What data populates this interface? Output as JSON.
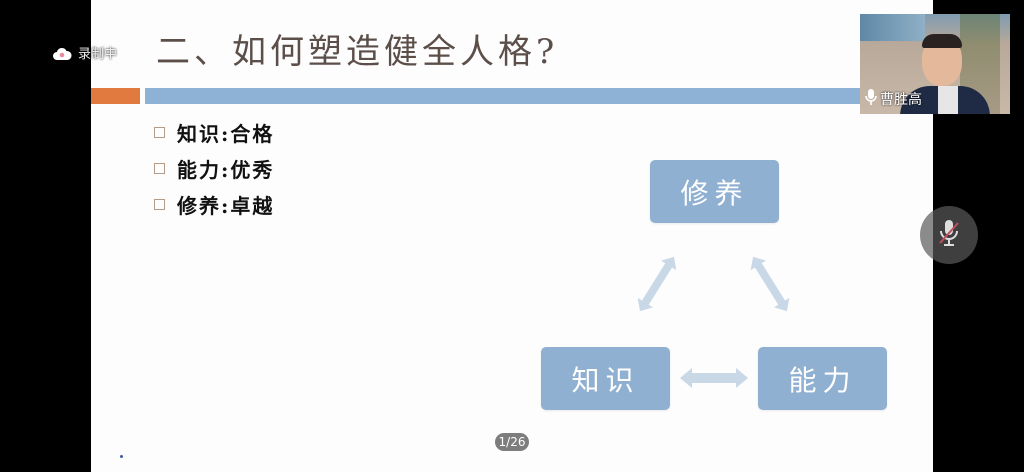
{
  "recording": {
    "label": "录制中",
    "icon": "cloud-record-icon"
  },
  "slide": {
    "title": "二、如何塑造健全人格?",
    "bullets": [
      {
        "label": "知识:合格"
      },
      {
        "label": "能力:优秀"
      },
      {
        "label": "修养:卓越"
      }
    ],
    "diagram": {
      "nodes": {
        "top": "修养",
        "left": "知识",
        "right": "能力"
      },
      "arrows": [
        "bidirectional-arrow-left-top",
        "bidirectional-arrow-top-right",
        "bidirectional-arrow-left-right"
      ]
    },
    "page_indicator": "1/26",
    "colors": {
      "orange_bar": "#e07a3f",
      "blue_bar": "#8eb2d6",
      "node": "#90b0d2",
      "arrow": "#c9d8e7",
      "title": "#5c4f4a"
    }
  },
  "video": {
    "participant_name": "曹胜高",
    "mic_icon": "microphone-icon"
  },
  "controls": {
    "mute_button_icon": "microphone-muted-icon"
  }
}
